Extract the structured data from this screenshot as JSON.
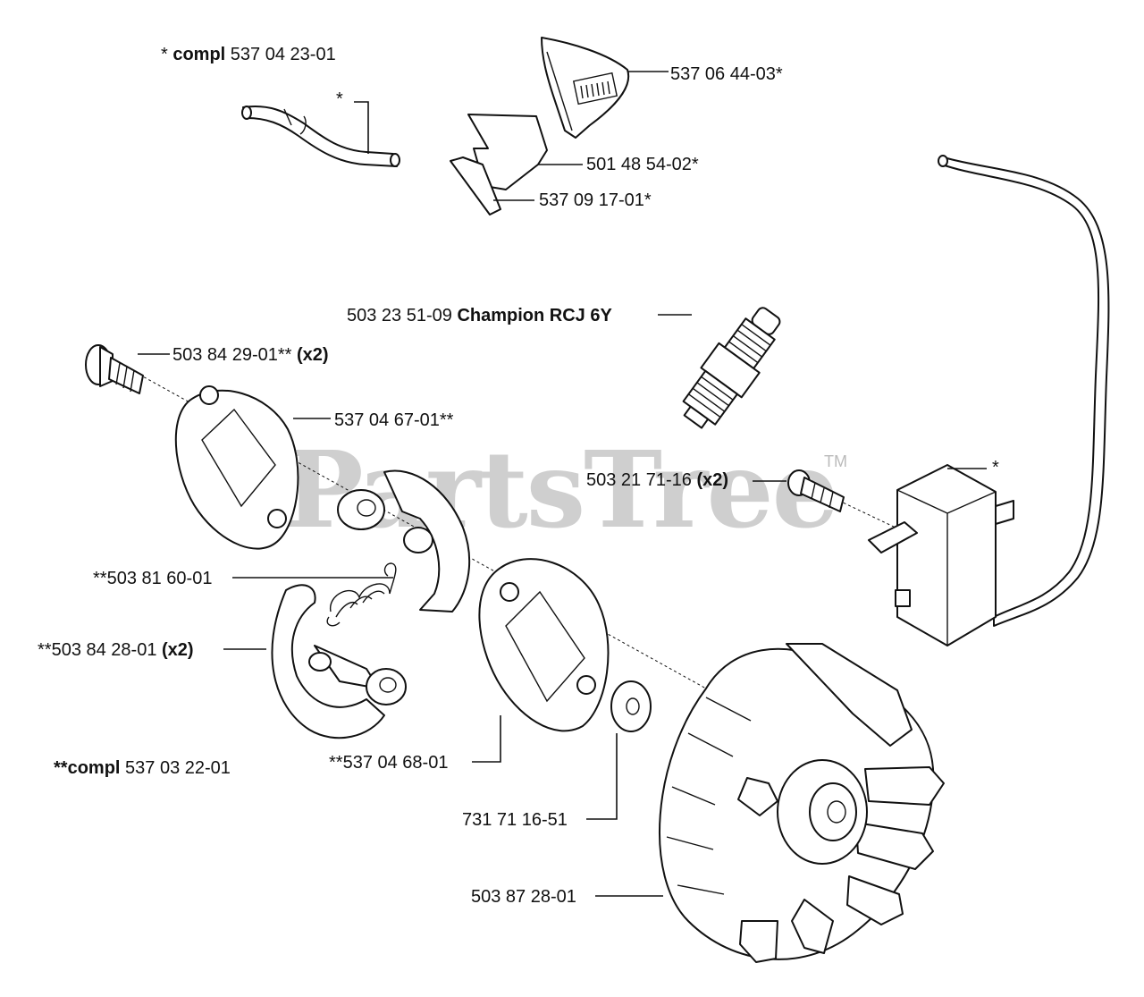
{
  "watermark": {
    "text": "PartsTree",
    "trademark": "TM"
  },
  "labels": {
    "compl_top_prefix": "* ",
    "compl_top_bold": "compl",
    "compl_top_part": " 537 04 23-01",
    "asterisk_hose": "*",
    "part_537_06_44_03": "537 06 44-03*",
    "part_501_48_54_02": "501 48 54-02*",
    "part_537_09_17_01": "537 09 17-01*",
    "spark_plug_part": "503 23 51-09 ",
    "spark_plug_bold": "Champion RCJ 6Y",
    "screw_part": "503 84 29-01** ",
    "screw_qty": "(x2)",
    "plate_part": "537 04 67-01**",
    "ignition_screw_part": "503 21 71-16 ",
    "ignition_screw_qty": "(x2)",
    "asterisk_ignition": "*",
    "spring_part": "**503 81 60-01",
    "shoe_part": "**503 84 28-01 ",
    "shoe_qty": "(x2)",
    "compl_bottom_bold": "**compl",
    "compl_bottom_part": " 537 03 22-01",
    "plate2_part": "**537 04 68-01",
    "washer_part": "731 71 16-51",
    "flywheel_part": "503 87 28-01"
  },
  "colors": {
    "ink": "#111111",
    "watermark": "#cfcfcf"
  }
}
